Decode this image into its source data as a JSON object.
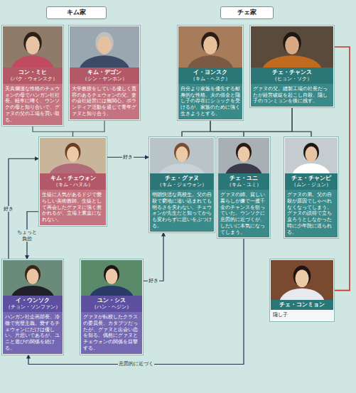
{
  "diagram": {
    "nodes": [
      {
        "text": [
          "キム家"
        ]
      },
      {
        "text": [
          "チェ家"
        ]
      },
      {
        "text": [
          "コン・ミヒ",
          "（パク・ウォンスク）",
          "天真爛漫な性格のチェウォンの母でハンガン社社長。軽率に噂く、ウンソクの母と知り合いで、グァヌの父の工場を買い取る。"
        ]
      },
      {
        "text": [
          "キム・デゴン",
          "（シン・ヤンホン）",
          "大学教授をしている優しく寛容のあるチェウォンの父。妻の会社経営には無関心。ボランティア活動を通じて青年グァヌと知り合う。"
        ]
      },
      {
        "text": [
          "イ・ヨンスク",
          "（キム・ヘスク）",
          "自分より家族を優先する献身的な性格。夫の借金と隠し子の存在にショックを受けるが、家族のために強く生きようとする。"
        ]
      },
      {
        "text": [
          "チェ・チャンス",
          "（ヒョン・ソク）",
          "グァヌの父。縫製工場の社長だったが経営破綻を起こし自殺。隠し子のコンミョンを後に残す。"
        ]
      },
      {
        "text": [
          "キム・チェウォン",
          "（キム・ハヌル）",
          "生徒に人気があるドジで愛らしい美術教師。生徒として再会したグァヌに強く惹かれるが、立場上素直になれない。"
        ]
      },
      {
        "text": [
          "チェ・グァヌ",
          "（キム・ジェウォン）",
          "明朗快活な高校生。父の自殺で窮地に追い込まれても明るさを失わない。チェウォンが先生だと知ってからも変わらずに思いをぶつける。"
        ]
      },
      {
        "text": [
          "チェ・ユニ",
          "（キム・ユミ）",
          "グァヌの姉。貧しい暮らしが嫌で一攫千金のチャンスを狙っていた。ウンソクに意図的に近づくが、しだいに本気になってしまう。"
        ]
      },
      {
        "text": [
          "チェ・チャンピ",
          "（ムン・ジュン）",
          "グァヌの弟。父の自殺が原因でしゃべれなくなってしまう。グァヌの説得で立ち直ろうとしなかった時に少年院に送られる。"
        ]
      },
      {
        "text": [
          "イ・ウンソク",
          "（チョン・ソンファン）",
          "ハンガン社企画部長。冷徹で完璧主義。愛するチェウォンにだけは優しい。片思いであるが、ユニと遊びの関係を続ける。"
        ]
      },
      {
        "text": [
          "ユン・シス",
          "（ハン・ヘジン）",
          "グァヌが転校したクラスの委員長。カタブツだったが、グァヌと出会い恋を知る。偶然にグァヌとチェウォンの関係を目撃する。"
        ]
      },
      {
        "text": [
          "チェ・コンミョン",
          "隠し子"
        ]
      }
    ],
    "edges": [
      {
        "from": 2,
        "to": 6,
        "arrow": "none"
      },
      {
        "from": 3,
        "to": 6,
        "arrow": "none"
      },
      {
        "from": 4,
        "to": 7,
        "arrow": "none"
      },
      {
        "from": 4,
        "to": 8,
        "arrow": "none"
      },
      {
        "from": 4,
        "to": 9,
        "arrow": "none"
      },
      {
        "from": 5,
        "to": 7,
        "arrow": "none"
      },
      {
        "from": 5,
        "to": 8,
        "arrow": "none"
      },
      {
        "from": 5,
        "to": 9,
        "arrow": "none"
      },
      {
        "from": 5,
        "to": 12,
        "arrow": "none"
      },
      {
        "from": 6,
        "to": 7,
        "label": "好き",
        "arrow": "to"
      },
      {
        "from": 10,
        "to": 6,
        "label": "好き",
        "arrow": "to"
      },
      {
        "from": 6,
        "to": 10,
        "label": "ちょっと負担",
        "arrow": "to"
      },
      {
        "from": 11,
        "to": 7,
        "label": "好き",
        "arrow": "to"
      },
      {
        "from": 8,
        "to": 10,
        "label": "意図的に近づく",
        "arrow": "to"
      }
    ]
  }
}
